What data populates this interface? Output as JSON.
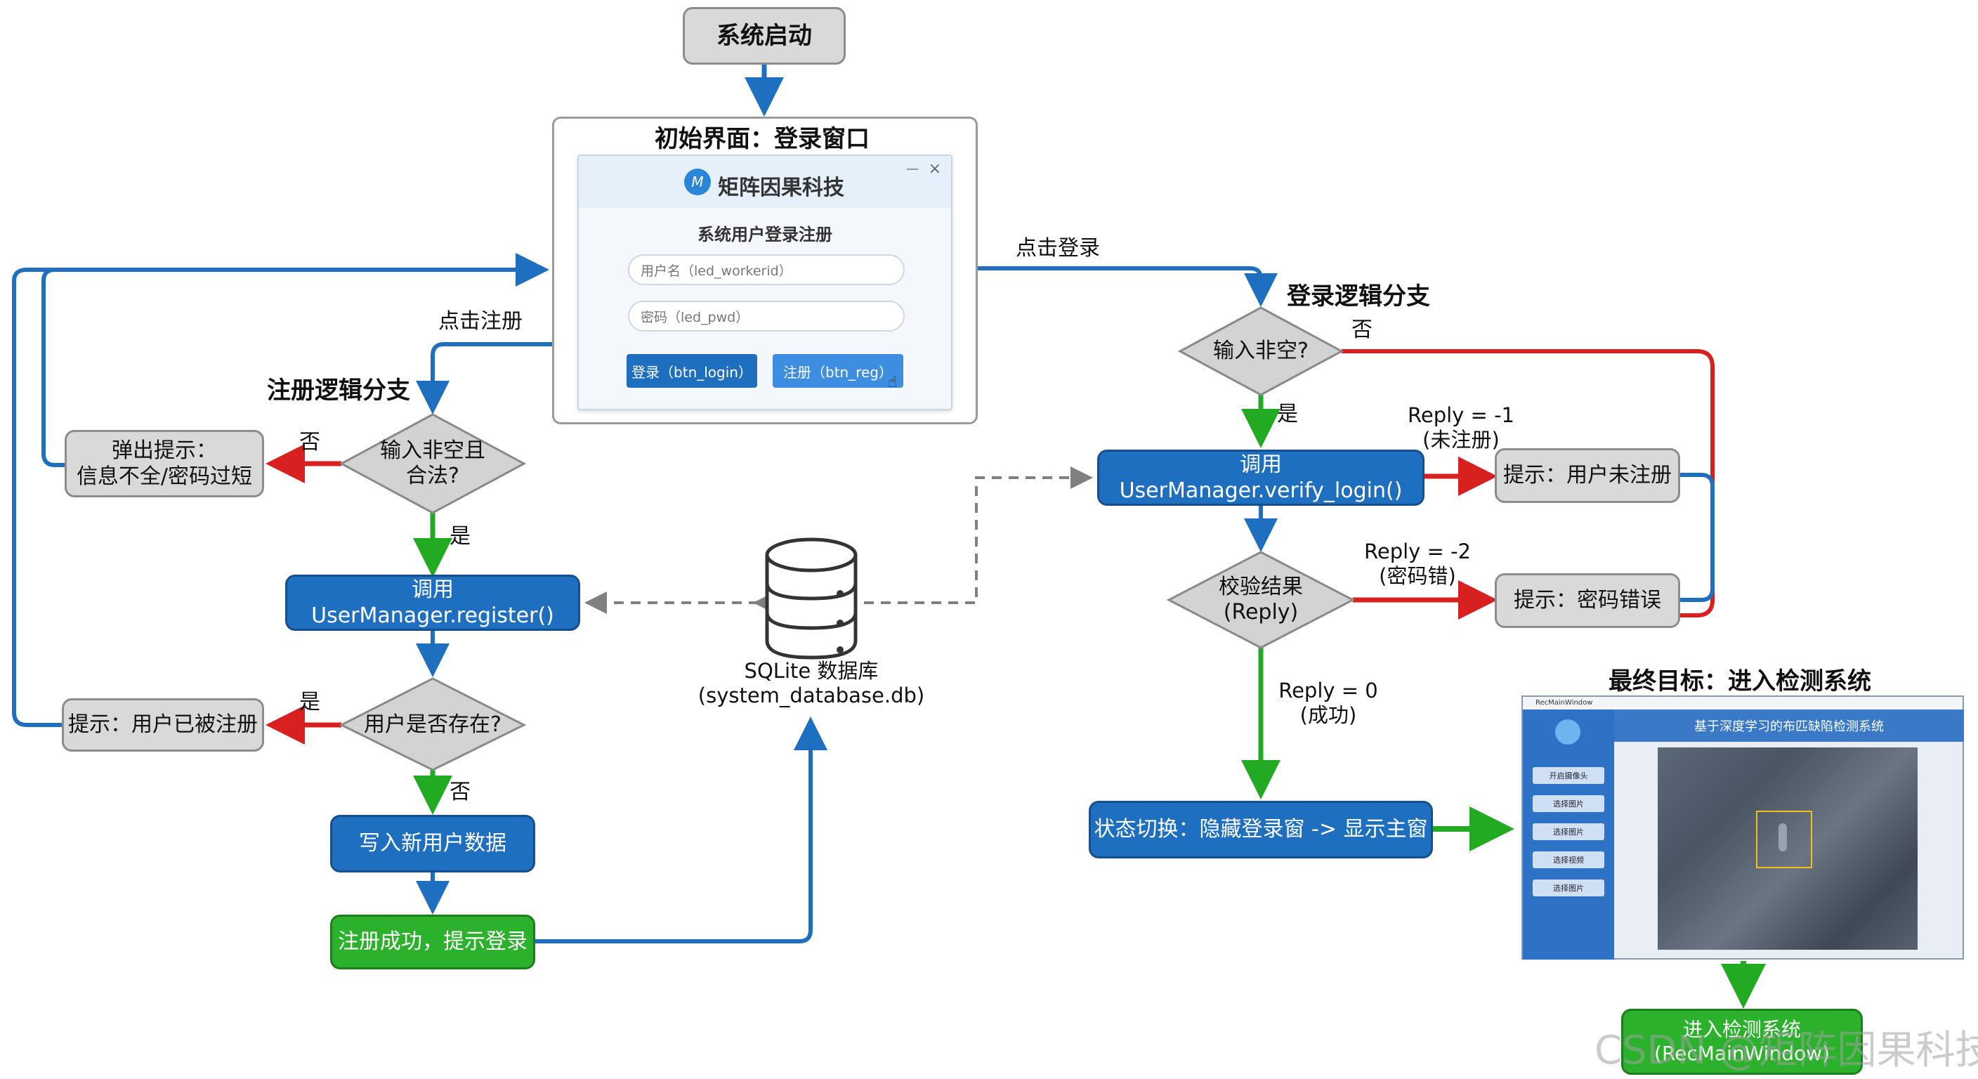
{
  "nodes": {
    "start": "系统启动",
    "login_window_title": "初始界面：登录窗口",
    "login_brand": "矩阵因果科技",
    "login_heading": "系统用户登录注册",
    "username_placeholder": "用户名（led_workerid）",
    "password_placeholder": "密码（led_pwd）",
    "login_button": "登录（btn_login）",
    "register_button": "注册（btn_reg）",
    "register_branch_title": "注册逻辑分支",
    "login_branch_title": "登录逻辑分支",
    "reg_check": "输入非空且\n合法?",
    "reg_popup": "弹出提示：\n信息不全/密码过短",
    "call_register": "调用 UserManager.register()",
    "user_exists": "用户是否存在?",
    "user_registered_tip": "提示：用户已被注册",
    "write_user": "写入新用户数据",
    "reg_success": "注册成功，提示登录",
    "database": "SQLite 数据库\n(system_database.db)",
    "login_check": "输入非空?",
    "call_verify": "调用 UserManager.verify_login()",
    "verify_result": "校验结果\n(Reply)",
    "tip_unregistered": "提示：用户未注册",
    "tip_wrong_pwd": "提示：密码错误",
    "switch_state": "状态切换：隐藏登录窗 -> 显示主窗",
    "final_goal_title": "最终目标：进入检测系统",
    "enter_system": "进入检测系统\n(RecMainWindow)"
  },
  "edge_labels": {
    "click_login": "点击登录",
    "click_register": "点击注册",
    "no_reg": "否",
    "yes_reg": "是",
    "yes_exists": "是",
    "no_exists": "否",
    "no_login": "否",
    "yes_login": "是",
    "reply_minus1": "Reply = -1\n(未注册)",
    "reply_minus2": "Reply = -2\n(密码错)",
    "reply_0": "Reply = 0\n(成功)"
  },
  "main_window": {
    "titlebar": "RecMainWindow",
    "banner": "基于深度学习的布匹缺陷检测系统",
    "buttons": [
      "开启摄像头",
      "选择图片",
      "选择图片",
      "选择视频",
      "选择图片"
    ]
  },
  "watermark": "CSDN @矩阵因果科技",
  "colors": {
    "blue_arrow": "#1f6fc0",
    "green_arrow": "#22aa22",
    "red_arrow": "#d92020",
    "grey_dashed": "#808080"
  }
}
